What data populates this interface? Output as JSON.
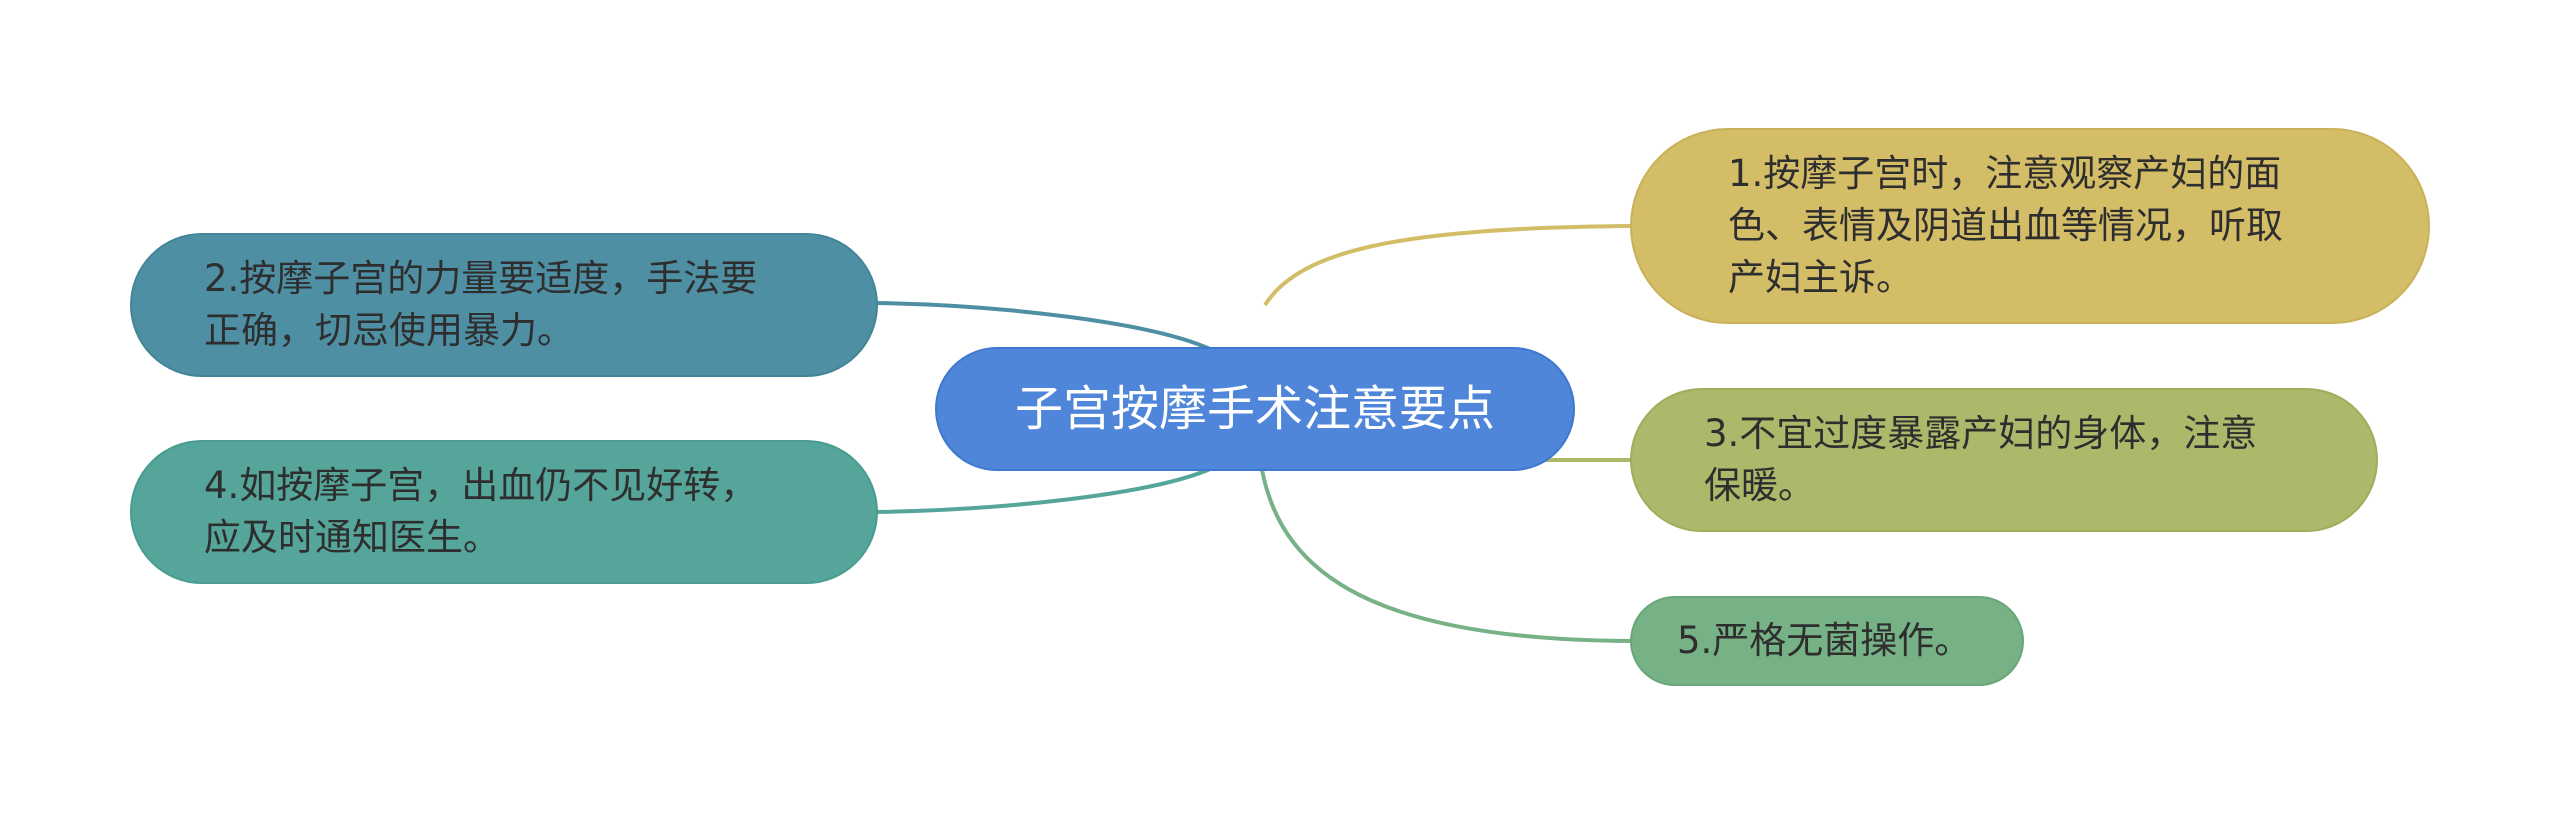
{
  "center": {
    "text": "子宫按摩手术注意要点",
    "color": "#4f86d9"
  },
  "branches": [
    {
      "id": "b1",
      "text": "1.按摩子宫时，注意观察产妇的面\n色、表情及阴道出血等情况，听取\n产妇主诉。",
      "color": "#d4bd67"
    },
    {
      "id": "b2",
      "text": "2.按摩子宫的力量要适度，手法要\n正确，切忌使用暴力。",
      "color": "#4e8fa3"
    },
    {
      "id": "b3",
      "text": "3.不宜过度暴露产妇的身体，注意\n保暖。",
      "color": "#adb86a"
    },
    {
      "id": "b4",
      "text": "4.如按摩子宫，出血仍不见好转，\n应及时通知医生。",
      "color": "#55a59b"
    },
    {
      "id": "b5",
      "text": "5.严格无菌操作。",
      "color": "#77b186"
    }
  ]
}
